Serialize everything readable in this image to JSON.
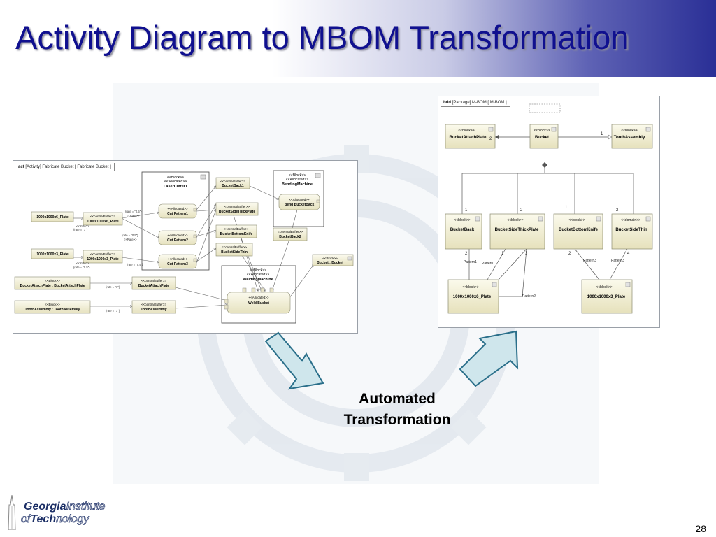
{
  "slide": {
    "title": "Activity Diagram to MBOM Transformation",
    "caption_line1": "Automated",
    "caption_line2": "Transformation",
    "page_number": "28"
  },
  "logo": {
    "line1_bold": "Georgia",
    "line1_thin": "Institute",
    "line2_bold": "of",
    "line2_bold2": "Tech",
    "line2_thin": "nology"
  },
  "activity": {
    "frame_kind": "act",
    "frame_label": "[Activity] Fabricate Bucket [",
    "frame_label_end": "Fabricate Bucket ]",
    "lasercutter": {
      "st1": "<<Block>>",
      "st2": "<<Allocated>>",
      "name": "LaserCutter1"
    },
    "bending": {
      "st1": "<<Block>>",
      "st2": "<<Allocated>>",
      "name": "BendingMachine"
    },
    "welding": {
      "st1": "<<Block>>",
      "st2": "<<Allocated>>",
      "name": "WeldingMachine"
    },
    "plate6": "1000x1000x6_Plate",
    "plate3": "1000x1000x3_Plate",
    "buf_stereo": "<<centralBuffer>>",
    "alloc_stereo": "<<Allocated>>",
    "block_stereo": "<<Block>>",
    "buf6": "1000x1000x6_Plate",
    "buf3": "1000x1000x3_Plate",
    "cut1": "Cut Pattern1",
    "cut2": "Cut Pattern2",
    "cut3": "Cut Pattern3",
    "back1": "BucketBack1",
    "thick": "BucketSideThickPlate",
    "knife": "BucketBottomKnife",
    "thin": "BucketSideThin",
    "back2": "BucketBack2",
    "bend": "Bend BucketBack",
    "weld": "Weld Bucket",
    "bucket_out": "Bucket : Bucket",
    "attach_in": "BucketAttachPlate : BucketAttachPlate",
    "tooth_in": "ToothAssembly : ToothAssembly",
    "buf_attach": "BucketAttachPlate",
    "buf_tooth": "ToothAssembly",
    "rate1": "{rate = \"0.5\"}",
    "rate2": "<<Rate>>",
    "rate3": "{rate = \"1\"}",
    "rate4": "{rate = \"0.5\"}",
    "rate5": "<<Rate>>",
    "rate6": "<<Rate>>",
    "rate7": "{rate = \"0.5\"}",
    "rate8": "<<Rate>>",
    "rate9": "{rate = \"0.5\"}",
    "rate10": "{rate = \"1\"}",
    "rate11": "{rate = \"1\"}"
  },
  "bdd": {
    "frame_kind": "bdd",
    "frame_label": "[Package] M-BOM [",
    "frame_label_end": "M-BOM ]",
    "block_stereo": "<<block>>",
    "domain_stereo": "<<domain>>",
    "attach": "BucketAttachPlate",
    "bucket": "Bucket",
    "tooth": "ToothAssembly",
    "back": "BucketBack",
    "thick": "BucketSideThickPlate",
    "knife": "BucketBottomKnife",
    "thin": "BucketSideThin",
    "plate6": "1000x1000x6_Plate",
    "plate3": "1000x1000x3_Plate",
    "m_attach": "2",
    "m_tooth": "1",
    "m_back": "1",
    "m_thick": "2",
    "m_knife": "1",
    "m_thin": "2",
    "m_back_low": "2",
    "m_thick_low1": "1",
    "m_thick_low2": "3",
    "m_knife_low": "2",
    "m_thin_low": "4",
    "pat1a": "Pattern1",
    "pat1b": "Pattern1",
    "pat2": "Pattern2",
    "pat3a": "Pattern3",
    "pat3b": "Pattern3"
  },
  "colors": {
    "title": "#10108f",
    "block_fill": "#f4f1d8",
    "block_stroke": "#7a7a60",
    "arrow_fill": "#cfe6ec",
    "arrow_stroke": "#2a6f8a"
  }
}
